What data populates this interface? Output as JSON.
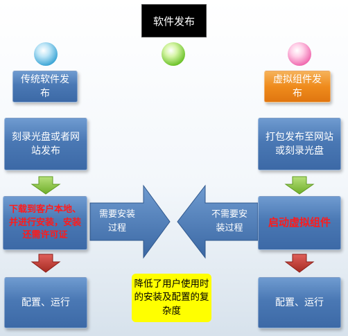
{
  "title": "软件发布",
  "left": {
    "header": "传统软件发布",
    "step1": "刻录光盘或者网站发布",
    "step2": "下载到客户本地、并进行安装，安装还需许可证",
    "step3": "配置、运行"
  },
  "right": {
    "header": "虚拟组件发布",
    "step1": "打包发布至网站或刻录光盘",
    "step2": "启动虚拟组件",
    "step3": "配置、运行"
  },
  "center": {
    "left_arrow_label": "需要安装过程",
    "right_arrow_label": "不需要安装过程",
    "note": "降低了用户使用时的安装及配置的复杂度"
  },
  "colors": {
    "box_blue": "#4a78b4",
    "header_orange": "#ef8b1c",
    "arrow_green": "#8cc63f",
    "arrow_red": "#c0392b",
    "note_yellow": "#ffff00",
    "emphasis_red": "#ff1a1a"
  }
}
